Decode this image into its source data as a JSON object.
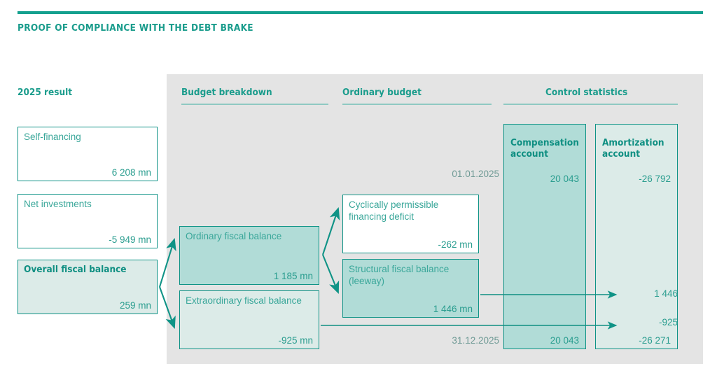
{
  "header": {
    "title": "PROOF OF COMPLIANCE WITH THE DEBT BRAKE",
    "rule_color": "#14a08e",
    "title_color": "#1a9c8c"
  },
  "columns": {
    "result": "2025 result",
    "budget_breakdown": "Budget breakdown",
    "ordinary_budget": "Ordinary budget",
    "control_statistics": "Control statistics"
  },
  "boxes": {
    "self_financing": {
      "label": "Self-financing",
      "value": "6 208 mn"
    },
    "net_investments": {
      "label": "Net investments",
      "value": "-5 949 mn"
    },
    "overall_fiscal_balance": {
      "label": "Overall fiscal balance",
      "value": "259 mn"
    },
    "ordinary_fiscal_balance": {
      "label": "Ordinary fiscal balance",
      "value": "1 185 mn"
    },
    "extraordinary_fiscal_balance": {
      "label": "Extraordinary fiscal balance",
      "value": "-925 mn"
    },
    "cyclically_permissible_financing_deficit": {
      "label": "Cyclically permissible financing deficit",
      "value": "-262 mn"
    },
    "structural_fiscal_balance": {
      "label": "Structural fiscal balance (leeway)",
      "value": "1 446 mn"
    }
  },
  "accounts": {
    "compensation": {
      "label": "Compensation account",
      "opening_value": "20 043",
      "closing_value": "20 043"
    },
    "amortization": {
      "label": "Amortization account",
      "opening_value": "-26 792",
      "flow_1": "1 446",
      "flow_2": "-925",
      "closing_value": "-26 271"
    }
  },
  "dates": {
    "opening": "01.01.2025",
    "closing": "31.12.2025"
  },
  "colors": {
    "teal_border": "#0f9386",
    "teal_text": "#2a9d8f",
    "fill_mid": "#b1dcd7",
    "fill_light": "#dcebe8",
    "panel_gray": "#e4e4e4"
  }
}
